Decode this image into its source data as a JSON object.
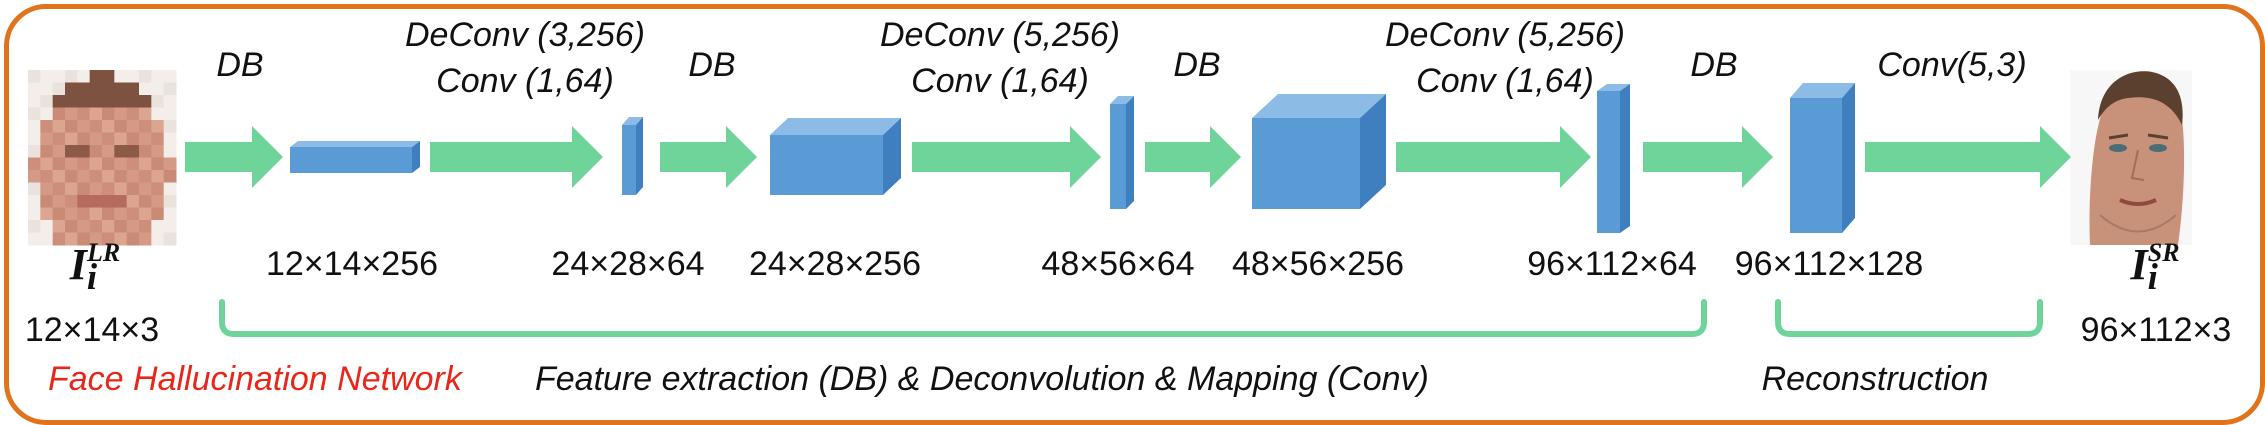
{
  "title": "Face Hallucination Network",
  "colors": {
    "frame": "#e0731c",
    "arrow": "#6fd49a",
    "block": "#5b9bd5",
    "title": "#e8261a"
  },
  "input": {
    "symbol": "I",
    "subscript": "i",
    "superscript": "LR",
    "size": "12×14×3",
    "image": "low-resolution-face-icon"
  },
  "output": {
    "symbol": "I",
    "subscript": "i",
    "superscript": "SR",
    "size": "96×112×3",
    "image": "super-resolved-face-icon"
  },
  "operations": {
    "db1": "DB",
    "op2_deconv": "DeConv (3,256)",
    "op2_conv": "Conv (1,64)",
    "db3": "DB",
    "op4_deconv": "DeConv (5,256)",
    "op4_conv": "Conv (1,64)",
    "db5": "DB",
    "op6_deconv": "DeConv (5,256)",
    "op6_conv": "Conv (1,64)",
    "db7": "DB",
    "op8": "Conv(5,3)"
  },
  "feature_maps": [
    "12×14×256",
    "24×28×64",
    "24×28×256",
    "48×56×64",
    "48×56×256",
    "96×112×64",
    "96×112×128"
  ],
  "stages": {
    "feature": "Feature extraction (DB) & Deconvolution & Mapping (Conv)",
    "reconstruction": "Reconstruction"
  }
}
